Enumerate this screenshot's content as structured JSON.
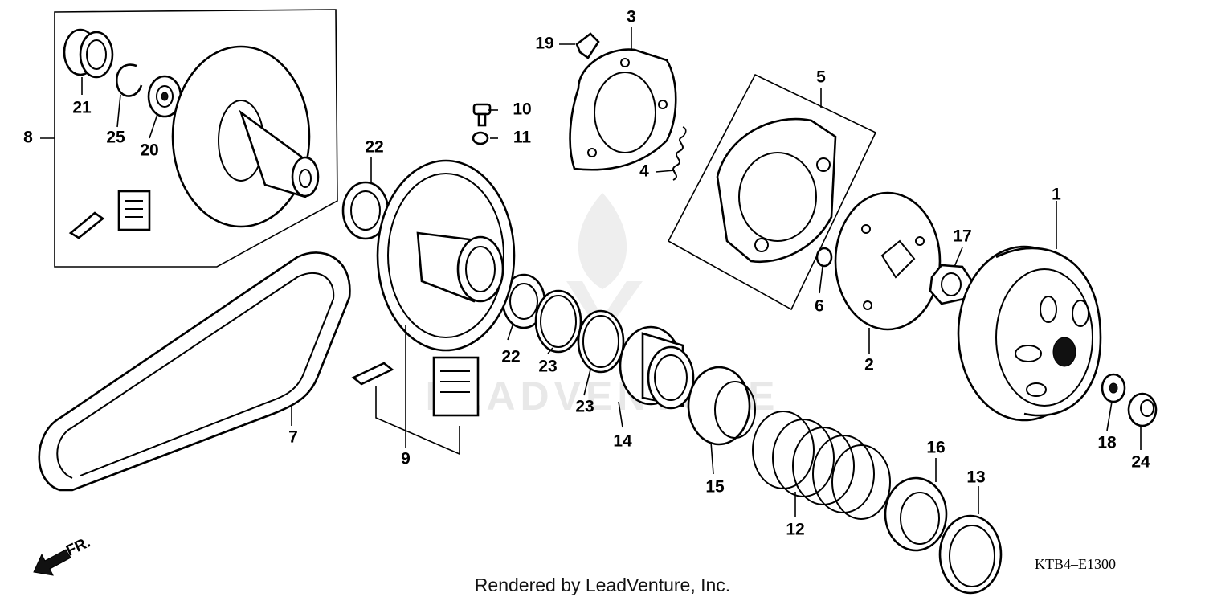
{
  "diagram": {
    "part_code": "KTB4–E1300",
    "credit": "Rendered by LeadVenture, Inc.",
    "watermark": "LEADVENTURE",
    "direction_label": "FR.",
    "callouts": [
      "1",
      "2",
      "3",
      "4",
      "5",
      "6",
      "7",
      "8",
      "9",
      "10",
      "11",
      "12",
      "13",
      "14",
      "15",
      "16",
      "17",
      "18",
      "19",
      "20",
      "21",
      "22",
      "22",
      "23",
      "23",
      "24",
      "25"
    ]
  }
}
